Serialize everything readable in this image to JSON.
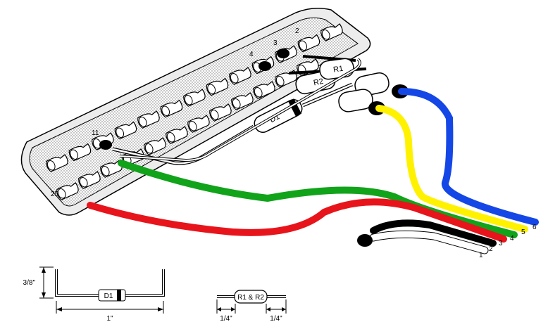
{
  "connector": {
    "pin_labels": {
      "p2": "2",
      "p3": "3",
      "p4": "4",
      "p11": "11",
      "p25": "25"
    }
  },
  "components": {
    "r1": "R1",
    "r2": "R2",
    "d1": "D1"
  },
  "wires": [
    {
      "number": "1",
      "color": "#ffffff"
    },
    {
      "number": "2",
      "color": "#000000"
    },
    {
      "number": "3",
      "color": "#e8141b"
    },
    {
      "number": "4",
      "color": "#11a31a"
    },
    {
      "number": "5",
      "color": "#fff200"
    },
    {
      "number": "6",
      "color": "#1447e6"
    }
  ],
  "diode_detail": {
    "label": "D1",
    "height": "3/8\"",
    "width": "1\""
  },
  "resistor_detail": {
    "label": "R1 & R2",
    "lead_left": "1/4\"",
    "lead_right": "1/4\""
  }
}
